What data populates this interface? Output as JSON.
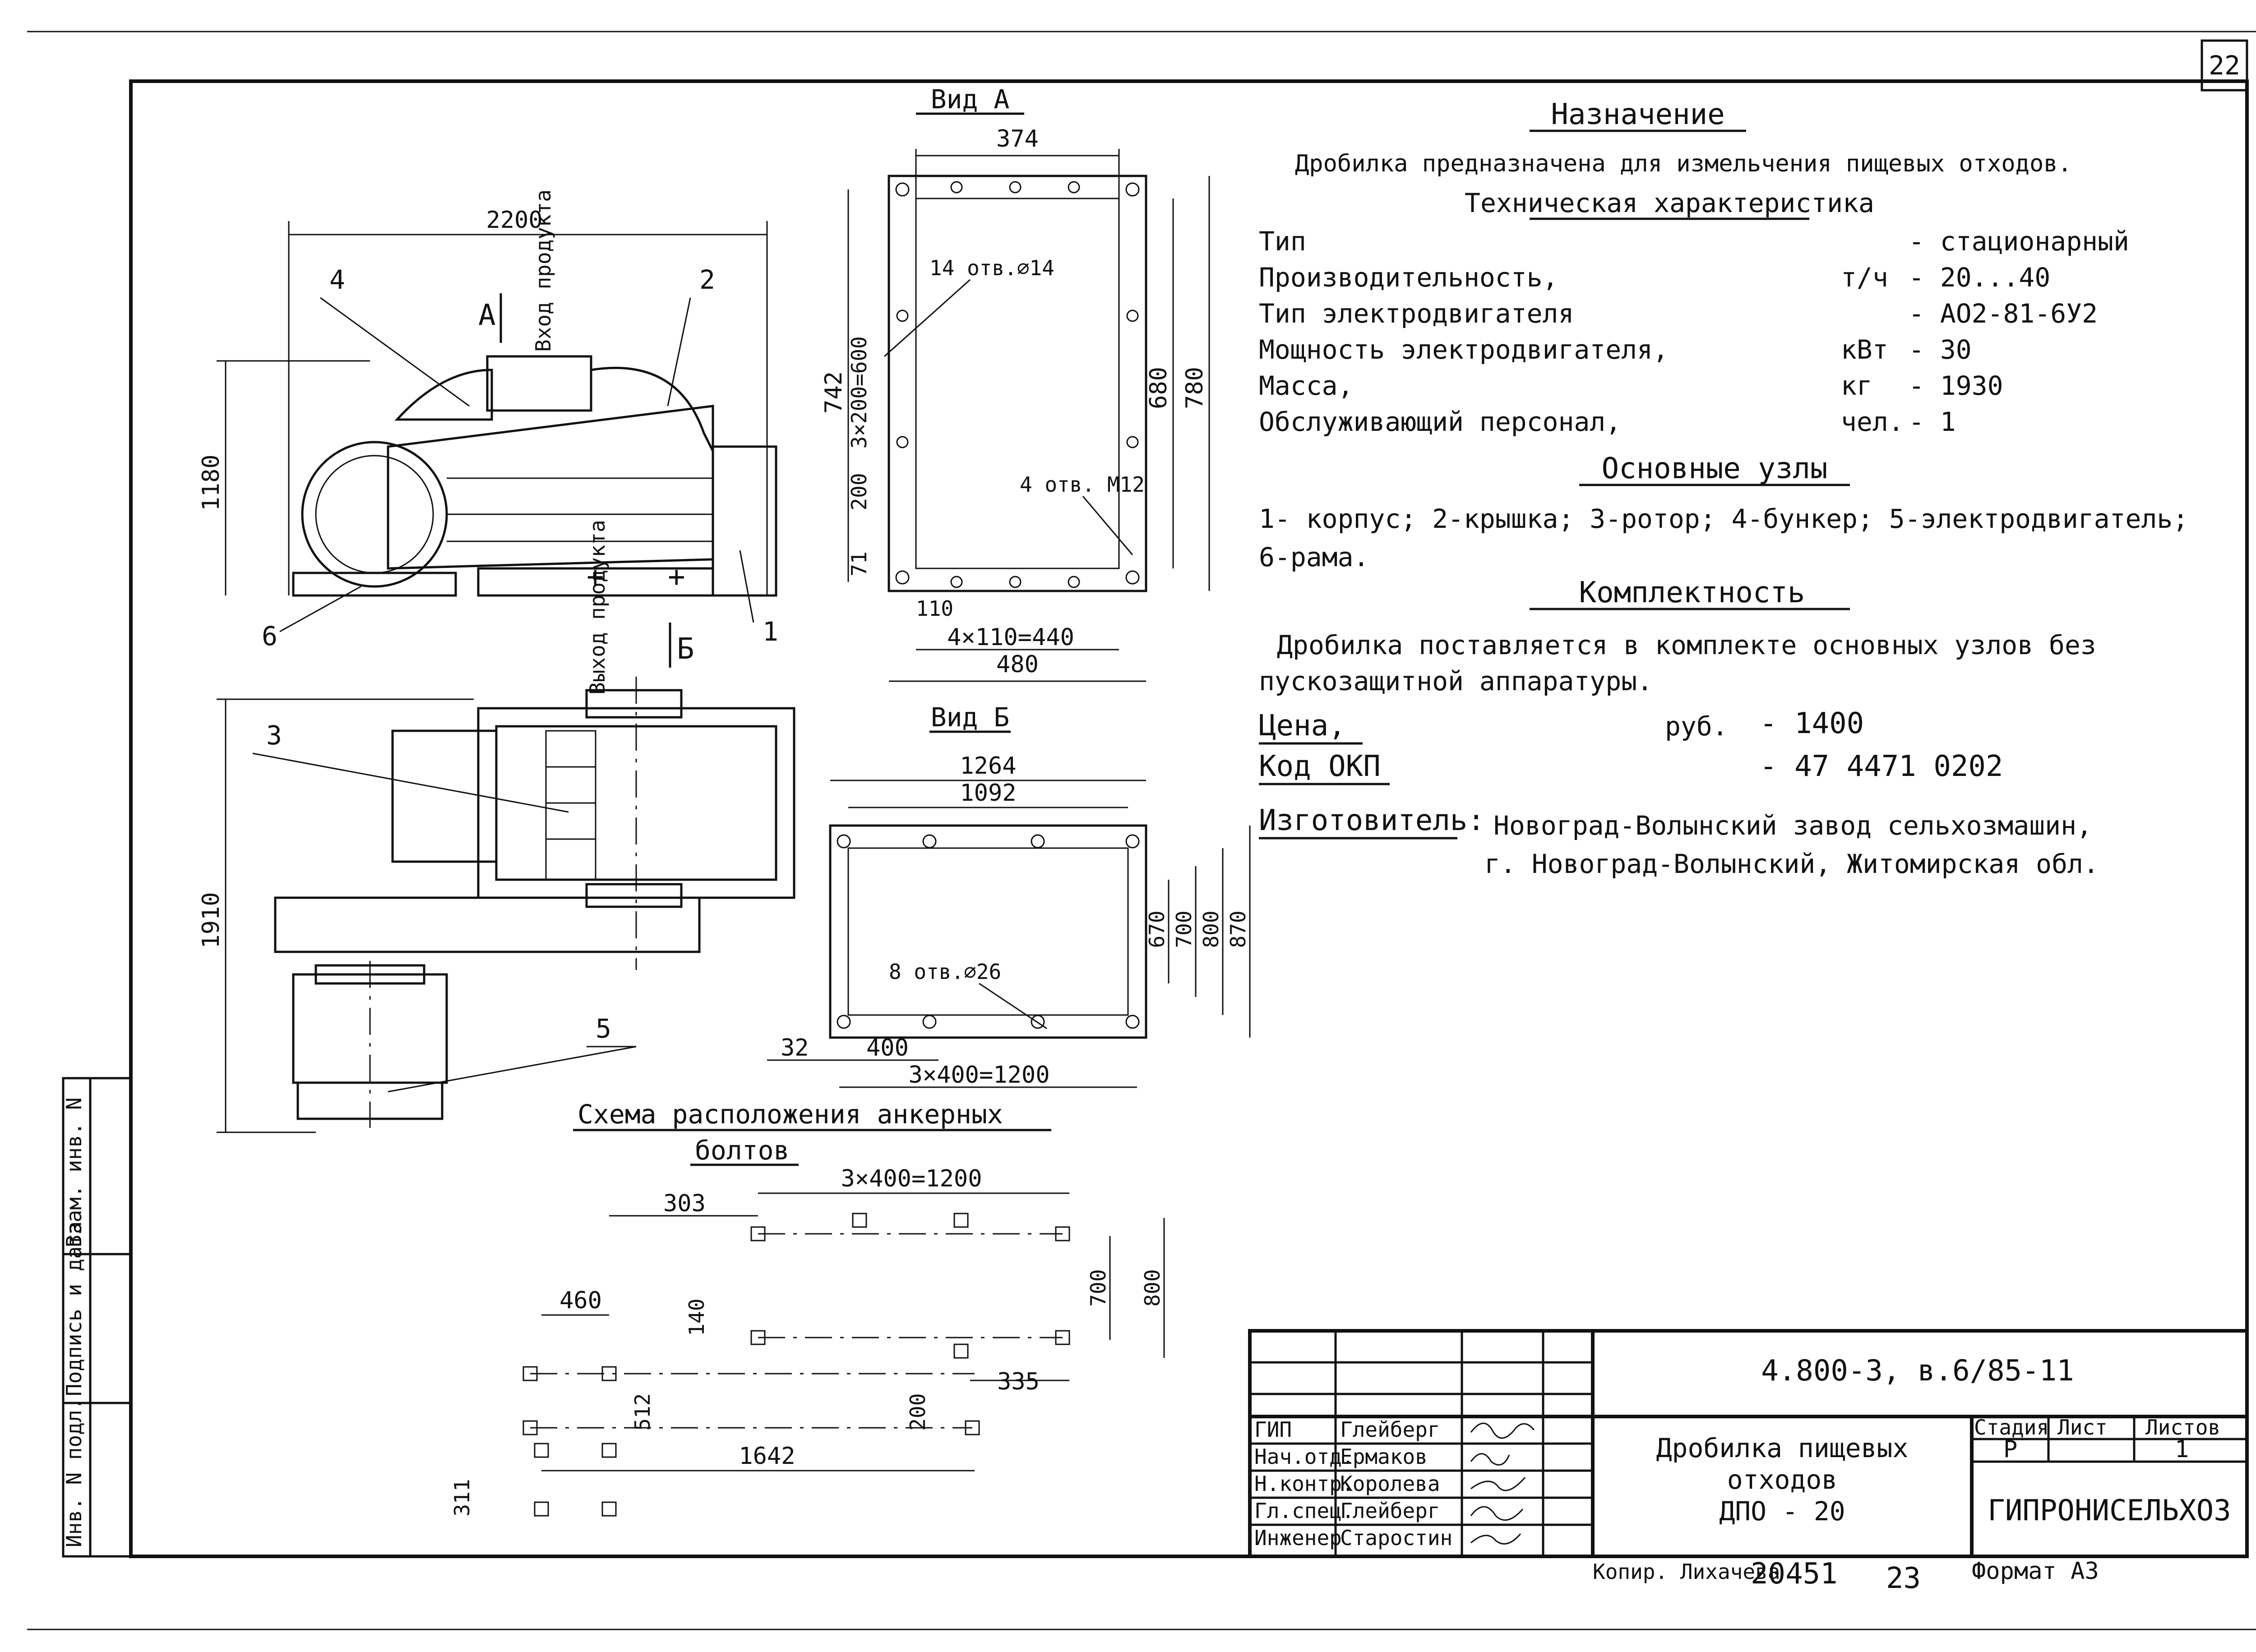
{
  "page_number": "22",
  "views": {
    "side": {
      "dim_length": "2200",
      "dim_height": "1180",
      "label_a": "А",
      "label_b": "Б",
      "inlet": "Вход продукта",
      "outlet": "Выход продукта",
      "callouts": [
        "1",
        "2",
        "3",
        "4",
        "5",
        "6"
      ]
    },
    "plan": {
      "dim_length": "1910"
    },
    "view_a": {
      "title": "Вид А",
      "dims": [
        "374",
        "742",
        "3×200=600",
        "200",
        "71",
        "680",
        "780",
        "110",
        "4×110=440",
        "480"
      ],
      "holes_14": "14 отв.⌀14",
      "holes_m12": "4 отв. М12"
    },
    "view_b": {
      "title": "Вид Б",
      "dims": [
        "1264",
        "1092",
        "670",
        "700",
        "800",
        "870",
        "32",
        "400",
        "3×400=1200"
      ],
      "holes_26": "8 отв.⌀26"
    },
    "anchor": {
      "title_line1": "Схема расположения анкерных",
      "title_line2": "болтов",
      "dims": [
        "3×400=1200",
        "303",
        "460",
        "140",
        "700",
        "800",
        "512",
        "200",
        "335",
        "1642",
        "311"
      ]
    }
  },
  "spec": {
    "purpose_heading": "Назначение",
    "purpose_text": "Дробилка предназначена для измельчения пищевых отходов.",
    "tech_heading": "Техническая характеристика",
    "rows": [
      {
        "label": "Тип",
        "unit": "",
        "value": "- стационарный"
      },
      {
        "label": "Производительность,",
        "unit": "т/ч",
        "value": "- 20...40"
      },
      {
        "label": "Тип электродвигателя",
        "unit": "",
        "value": "- АО2-81-6У2"
      },
      {
        "label": "Мощность электродвигателя,",
        "unit": "кВт",
        "value": "- 30"
      },
      {
        "label": "Масса,",
        "unit": "кг",
        "value": "- 1930"
      },
      {
        "label": "Обслуживающий персонал,",
        "unit": "чел.",
        "value": "- 1"
      }
    ],
    "units_heading": "Основные узлы",
    "units_line1": "1- корпус; 2-крышка; 3-ротор; 4-бункер; 5-электродвигатель;",
    "units_line2": "6-рама.",
    "kit_heading": "Комплектность",
    "kit_line1": "Дробилка поставляется в комплекте основных узлов без",
    "kit_line2": "пускозащитной аппаратуры.",
    "price_label": "Цена,",
    "price_unit": "руб.",
    "price_value": "- 1400",
    "okp_label": "Код ОКП",
    "okp_value": "- 47 4471 0202",
    "maker_label": "Изготовитель:",
    "maker_line1": "Новоград-Волынский завод сельхозмашин,",
    "maker_line2": "г. Новоград-Волынский, Житомирская обл."
  },
  "title_block": {
    "doc_code": "4.800-3, в.6/85-11",
    "name_line1": "Дробилка пищевых",
    "name_line2": "отходов",
    "name_line3": "ДПО - 20",
    "stage_h": "Стадия",
    "sheet_h": "Лист",
    "sheets_h": "Листов",
    "stage": "Р",
    "sheets": "1",
    "org": "ГИПРОНИСЕЛЬХОЗ",
    "roles": [
      {
        "role": "ГИП",
        "name": "Глейберг"
      },
      {
        "role": "Нач.отд.",
        "name": "Ермаков"
      },
      {
        "role": "Н.контр.",
        "name": "Королева"
      },
      {
        "role": "Гл.спец.",
        "name": "Глейберг"
      },
      {
        "role": "Инженер",
        "name": "Старостин"
      }
    ],
    "copied": "Копир. Лихачева",
    "archive_no": "20451",
    "archive_sheet": "23",
    "format": "Формат А3"
  },
  "side_stamp": [
    "Инв. N подл.",
    "Подпись и дата",
    "Взам. инв. N"
  ]
}
